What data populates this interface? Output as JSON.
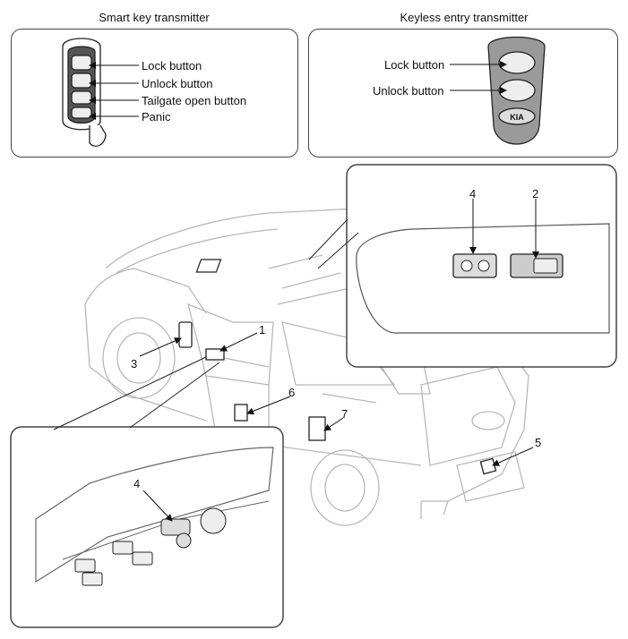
{
  "headings": {
    "smart_key": "Smart key transmitter",
    "keyless": "Keyless entry transmitter"
  },
  "smart_key_buttons": [
    "Lock button",
    "Unlock button",
    "Tailgate open button",
    "Panic"
  ],
  "keyless_buttons": [
    "Lock button",
    "Unlock button"
  ],
  "fob_logo": "KIA",
  "callouts": {
    "c1": "1",
    "c2": "2",
    "c3": "3",
    "c4_top": "4",
    "c4_bottom": "4",
    "c5": "5",
    "c6": "6",
    "c7": "7"
  }
}
